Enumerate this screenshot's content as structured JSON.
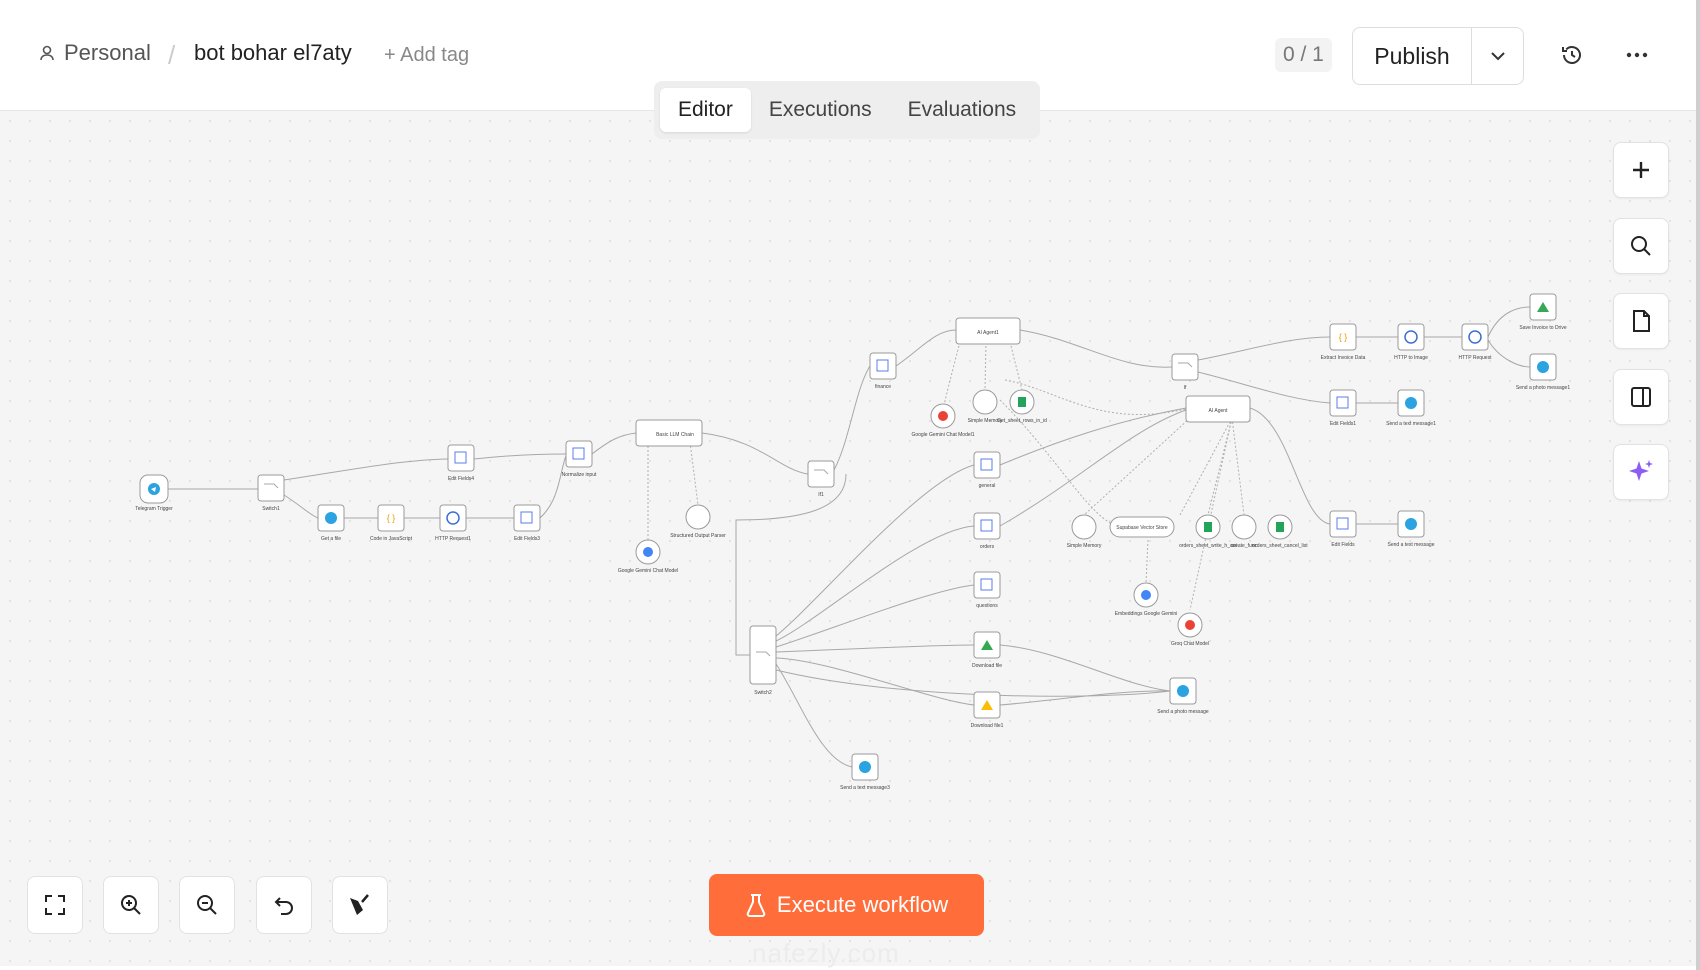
{
  "header": {
    "breadcrumb_personal": "Personal",
    "workflow_name": "bot bohar el7aty",
    "add_tag": "+ Add tag",
    "counter": "0 / 1",
    "publish_label": "Publish"
  },
  "tabs": [
    {
      "label": "Editor",
      "active": true
    },
    {
      "label": "Executions",
      "active": false
    },
    {
      "label": "Evaluations",
      "active": false
    }
  ],
  "side_tools": [
    "plus-icon",
    "search-icon",
    "document-icon",
    "panel-icon",
    "sparkle-icon"
  ],
  "bottom_tools": [
    "fit-view-icon",
    "zoom-in-icon",
    "zoom-out-icon",
    "undo-icon",
    "clean-up-icon"
  ],
  "execute_label": "Execute workflow",
  "watermark": "nafezly.com",
  "colors": {
    "accent": "#ff6d3b",
    "node_purple": "#8b5cf6",
    "telegram": "#2aa3e0",
    "sheets_green": "#22a55b"
  },
  "nodes": {
    "telegram_trigger": "Telegram Trigger",
    "switch": "Switch1",
    "get_file": "Get a file",
    "code": "Code in JavaScript",
    "http1": "HTTP Request1",
    "edit_fields3": "Edit Fields3",
    "edit_fields": "Edit Fields4",
    "normalize": "Normalize input",
    "basic_llm": "Basic LLM Chain",
    "gemini1": "Google Gemini Chat Model",
    "parser": "Structured Output Parser",
    "if1": "If1",
    "router": "Switch2",
    "ai_agent1": "AI Agent1",
    "gemini2": "Google Gemini Chat Model1",
    "memory1": "Simple Memory",
    "sheet_tool": "Get_sheet_rows_in_id",
    "finance": "finance",
    "general": "general",
    "orders": "orders",
    "questions": "questions",
    "download1": "Download file",
    "download2": "Download file1",
    "send_text3": "Send a text message3",
    "if2": "If",
    "ai_agent": "AI Agent",
    "memory2": "Simple Memory",
    "vector": "Supabase Vector Store",
    "embeddings": "Embeddings Google Gemini",
    "groq": "Groq Chat Model",
    "sheet_write": "orders_sheet_write_h_out",
    "create_func": "create_func",
    "sheet_cancel": "orders_sheet_cancel_list",
    "extract": "Extract Invoice Data",
    "http2": "HTTP to Image",
    "http3": "HTTP Request",
    "drive": "Save Invoice to Drive",
    "send_photo2": "Send a photo message1",
    "edit1": "Edit Fields1",
    "send_text1": "Send a text message1",
    "edit2": "Edit Fields",
    "send_text2": "Send a text message",
    "send_photo": "Send a photo message"
  }
}
